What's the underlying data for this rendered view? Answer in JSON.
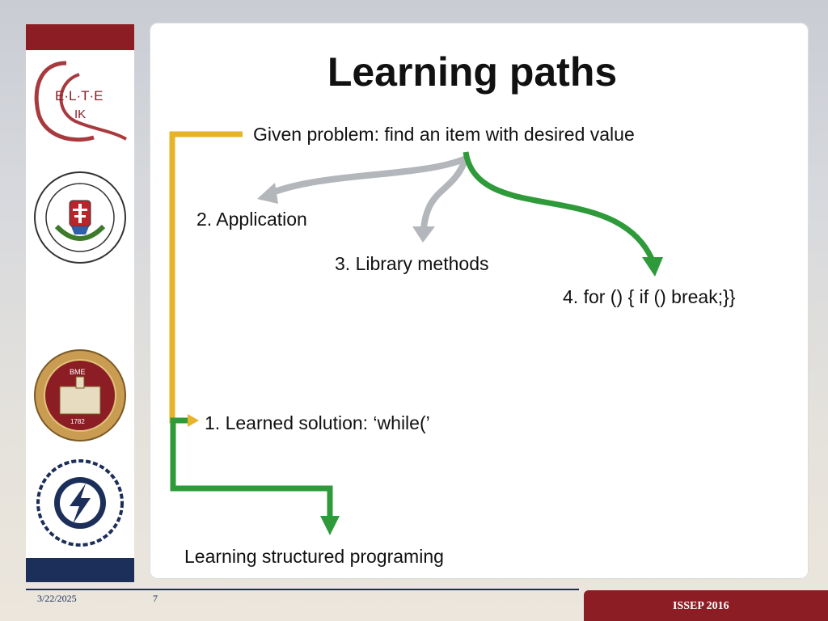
{
  "slide": {
    "title": "Learning paths",
    "problem": "Given problem: find an item with desired value",
    "option2": "2. Application",
    "option3": "3. Library methods",
    "option4": "4. for () { if () break;}}",
    "option1": "1. Learned solution: ‘while(’",
    "conclusion": "Learning structured programing"
  },
  "footer": {
    "date": "3/22/2025",
    "page": "7",
    "badge": "ISSEP 2016"
  },
  "logos": {
    "elte_letters": "E·L·T·E",
    "elte_sub": "IK",
    "bme_text": "BME",
    "bme_year": "1782"
  },
  "colors": {
    "yellow_path": "#e6b32a",
    "green_path": "#2e9a3a",
    "gray_path": "#b3b6ba",
    "brand_red": "#8c1d24",
    "brand_navy": "#1c2f5a"
  }
}
